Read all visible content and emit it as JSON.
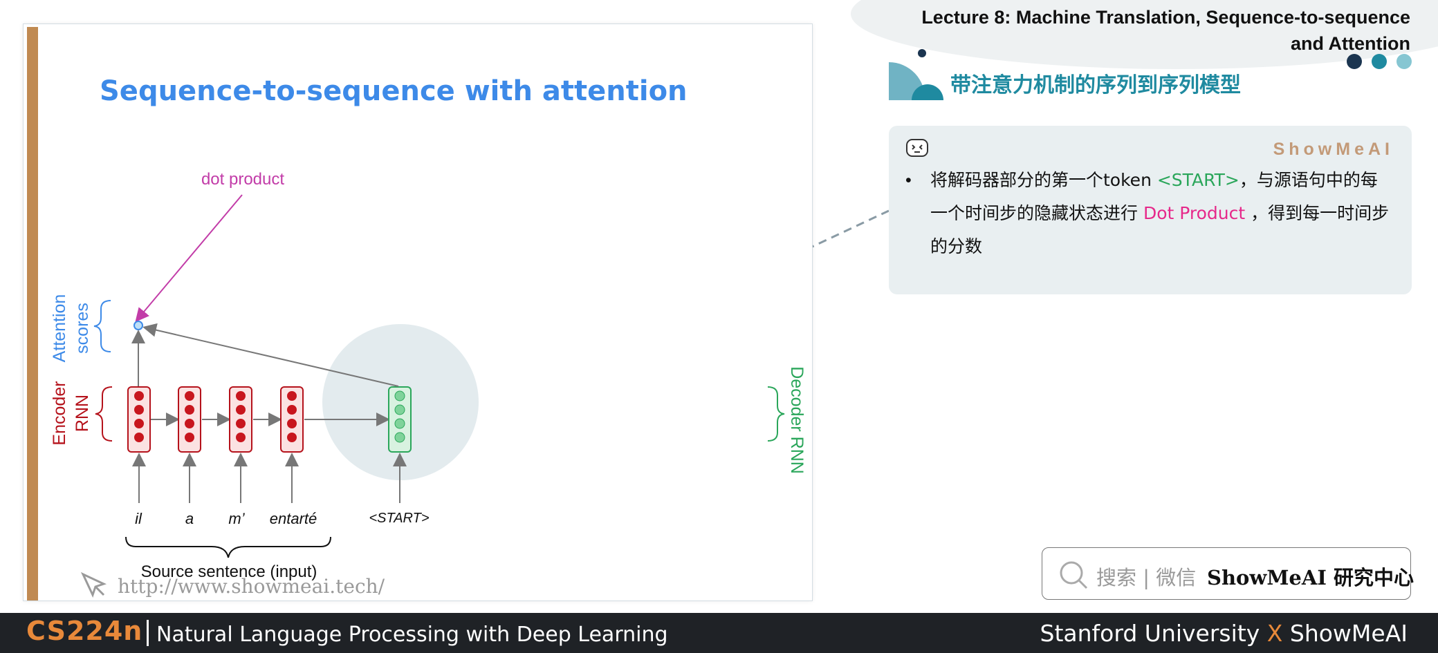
{
  "header": {
    "lecture_line1": "Lecture 8: Machine Translation, Sequence-to-sequence",
    "lecture_line2": "and Attention",
    "section_title_cn": "带注意力机制的序列到序列模型"
  },
  "slide": {
    "title": "Sequence-to-sequence with attention",
    "annotation": "dot product",
    "labels": {
      "attention_scores": [
        "Attention",
        "scores"
      ],
      "encoder_rnn": [
        "Encoder",
        "RNN"
      ],
      "decoder_rnn": "Decoder RNN",
      "source_caption": "Source sentence (input)"
    },
    "source_words": [
      "il",
      "a",
      "m’",
      "entarté"
    ],
    "decoder_input": "<START>"
  },
  "note": {
    "brand": "ShowMeAI",
    "bullet": "•",
    "text_part1": "将解码器部分的第一个token ",
    "token": "<START>",
    "text_part2": "，与源语句中的每一个时间步的隐藏状态进行 ",
    "op": "Dot Product",
    "text_part3": " ，得到每一时间步的分数"
  },
  "search": {
    "placeholder": "搜索 | 微信",
    "brand": "ShowMeAI 研究中心"
  },
  "watermark_url": "http://www.showmeai.tech/",
  "footer": {
    "course_code": "CS224n",
    "course_name": "Natural Language Processing with Deep Learning",
    "partner_left": "Stanford University",
    "partner_x": "X",
    "partner_right": "ShowMeAI"
  },
  "colors": {
    "title_blue": "#3d8ae8",
    "encoder_red": "#b5121b",
    "decoder_green": "#2aa65a",
    "annotation_magenta": "#c23ca8",
    "accent_orange": "#e8893a",
    "teal": "#1f8aa0"
  }
}
